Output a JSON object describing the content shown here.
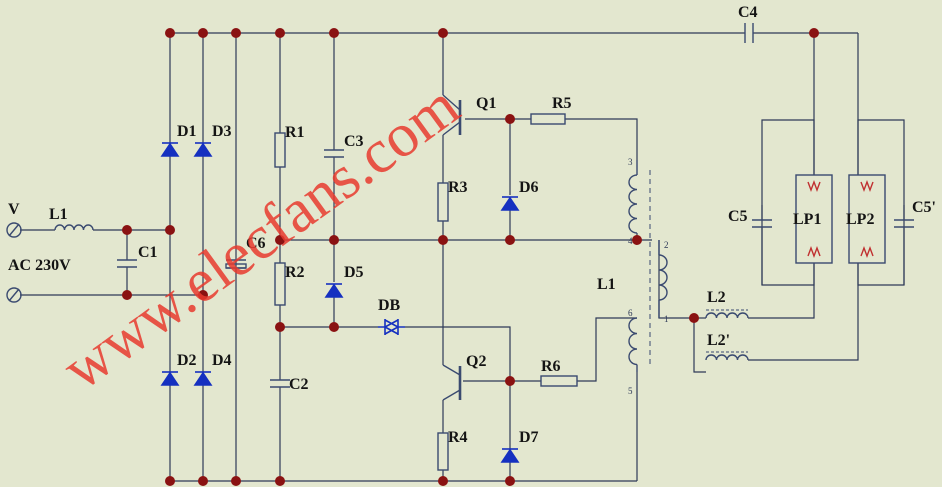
{
  "colors": {
    "background": "#e3e7cf",
    "wire": "#2e3a58",
    "node": "#8a1212",
    "component": "#3a4a70",
    "diode": "#1530c0",
    "watermark": "#e8392e"
  },
  "watermark": "www.elecfans.com",
  "labels": {
    "source_v": "V",
    "source_ac": "AC 230V",
    "l1_filter": "L1",
    "c1": "C1",
    "d1": "D1",
    "d2": "D2",
    "d3": "D3",
    "d4": "D4",
    "c6": "C6",
    "r1": "R1",
    "r2": "R2",
    "c2": "C2",
    "c3": "C3",
    "d5": "D5",
    "db": "DB",
    "q1": "Q1",
    "q2": "Q2",
    "r3": "R3",
    "r4": "R4",
    "r5": "R5",
    "r6": "R6",
    "d6": "D6",
    "d7": "D7",
    "l1_transformer": "L1",
    "c4": "C4",
    "l2": "L2",
    "l2_prime": "L2'",
    "c5": "C5",
    "c5_prime": "C5'",
    "lp1": "LP1",
    "lp2": "LP2",
    "pin3": "3",
    "pin4": "4",
    "pin5": "5",
    "pin6": "6",
    "pin1": "1",
    "pin2": "2"
  }
}
